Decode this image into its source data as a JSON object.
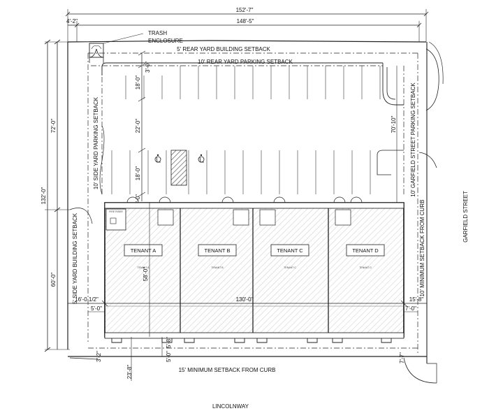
{
  "dimensions": {
    "overall_width": "152'-7\"",
    "inner_width": "148'-5\"",
    "left_offset": "4'-2\"",
    "rear_buffer": "3'-0\"",
    "stall_depth_top": "18'-0\"",
    "drive_aisle": "22'-0\"",
    "stall_depth_bottom": "18'-0\"",
    "front_gap": "6'-0\"",
    "upper_left": "72'-0\"",
    "lot_depth": "132'-0\"",
    "lower_left": "60'-0\"",
    "building_depth": "58'-0\"",
    "building_width": "130'-0\"",
    "left_side": "16'-0 1/2\"",
    "right_side": "15'-8\"",
    "left_offset_small": "5'-0\"",
    "right_offset_small": "7'-0\"",
    "right_top": "70'-10\"",
    "bottom_left_small": "3'-2\"",
    "walk_a": "5'-0\"",
    "walk_b": "5'-8\"",
    "front_setback": "23'-8\"",
    "bottom_right_small": "7'-7\""
  },
  "labels": {
    "trash_enclosure_line1": "TRASH",
    "trash_enclosure_line2": "ENCLOSURE",
    "rear_building_setback": "5' REAR YARD BUILDING SETBACK",
    "rear_parking_setback": "10' REAR YARD PARKING SETBACK",
    "side_parking_setback": "10' SIDE YARD PARKING SETBACK",
    "side_building_setback": "5' SIDE YARD BUILDING SETBACK",
    "garfield_parking_setback": "10' GARFIELD STREET PARKING SETBACK",
    "garfield_min_setback": "10' MINIMUM SETBACK FROM CURB",
    "front_min_setback": "15' MINIMUM SETBACK FROM CURB",
    "fire_riser": "FIRE RISER"
  },
  "streets": {
    "east": "GARFIELD STREET",
    "south": "LINCOLNWAY"
  },
  "tenants": [
    {
      "name": "TENANT A",
      "note": "TENANT A"
    },
    {
      "name": "TENANT B",
      "note": "TENANT B"
    },
    {
      "name": "TENANT C",
      "note": "TENANT C"
    },
    {
      "name": "TENANT D",
      "note": "TENANT D"
    }
  ]
}
